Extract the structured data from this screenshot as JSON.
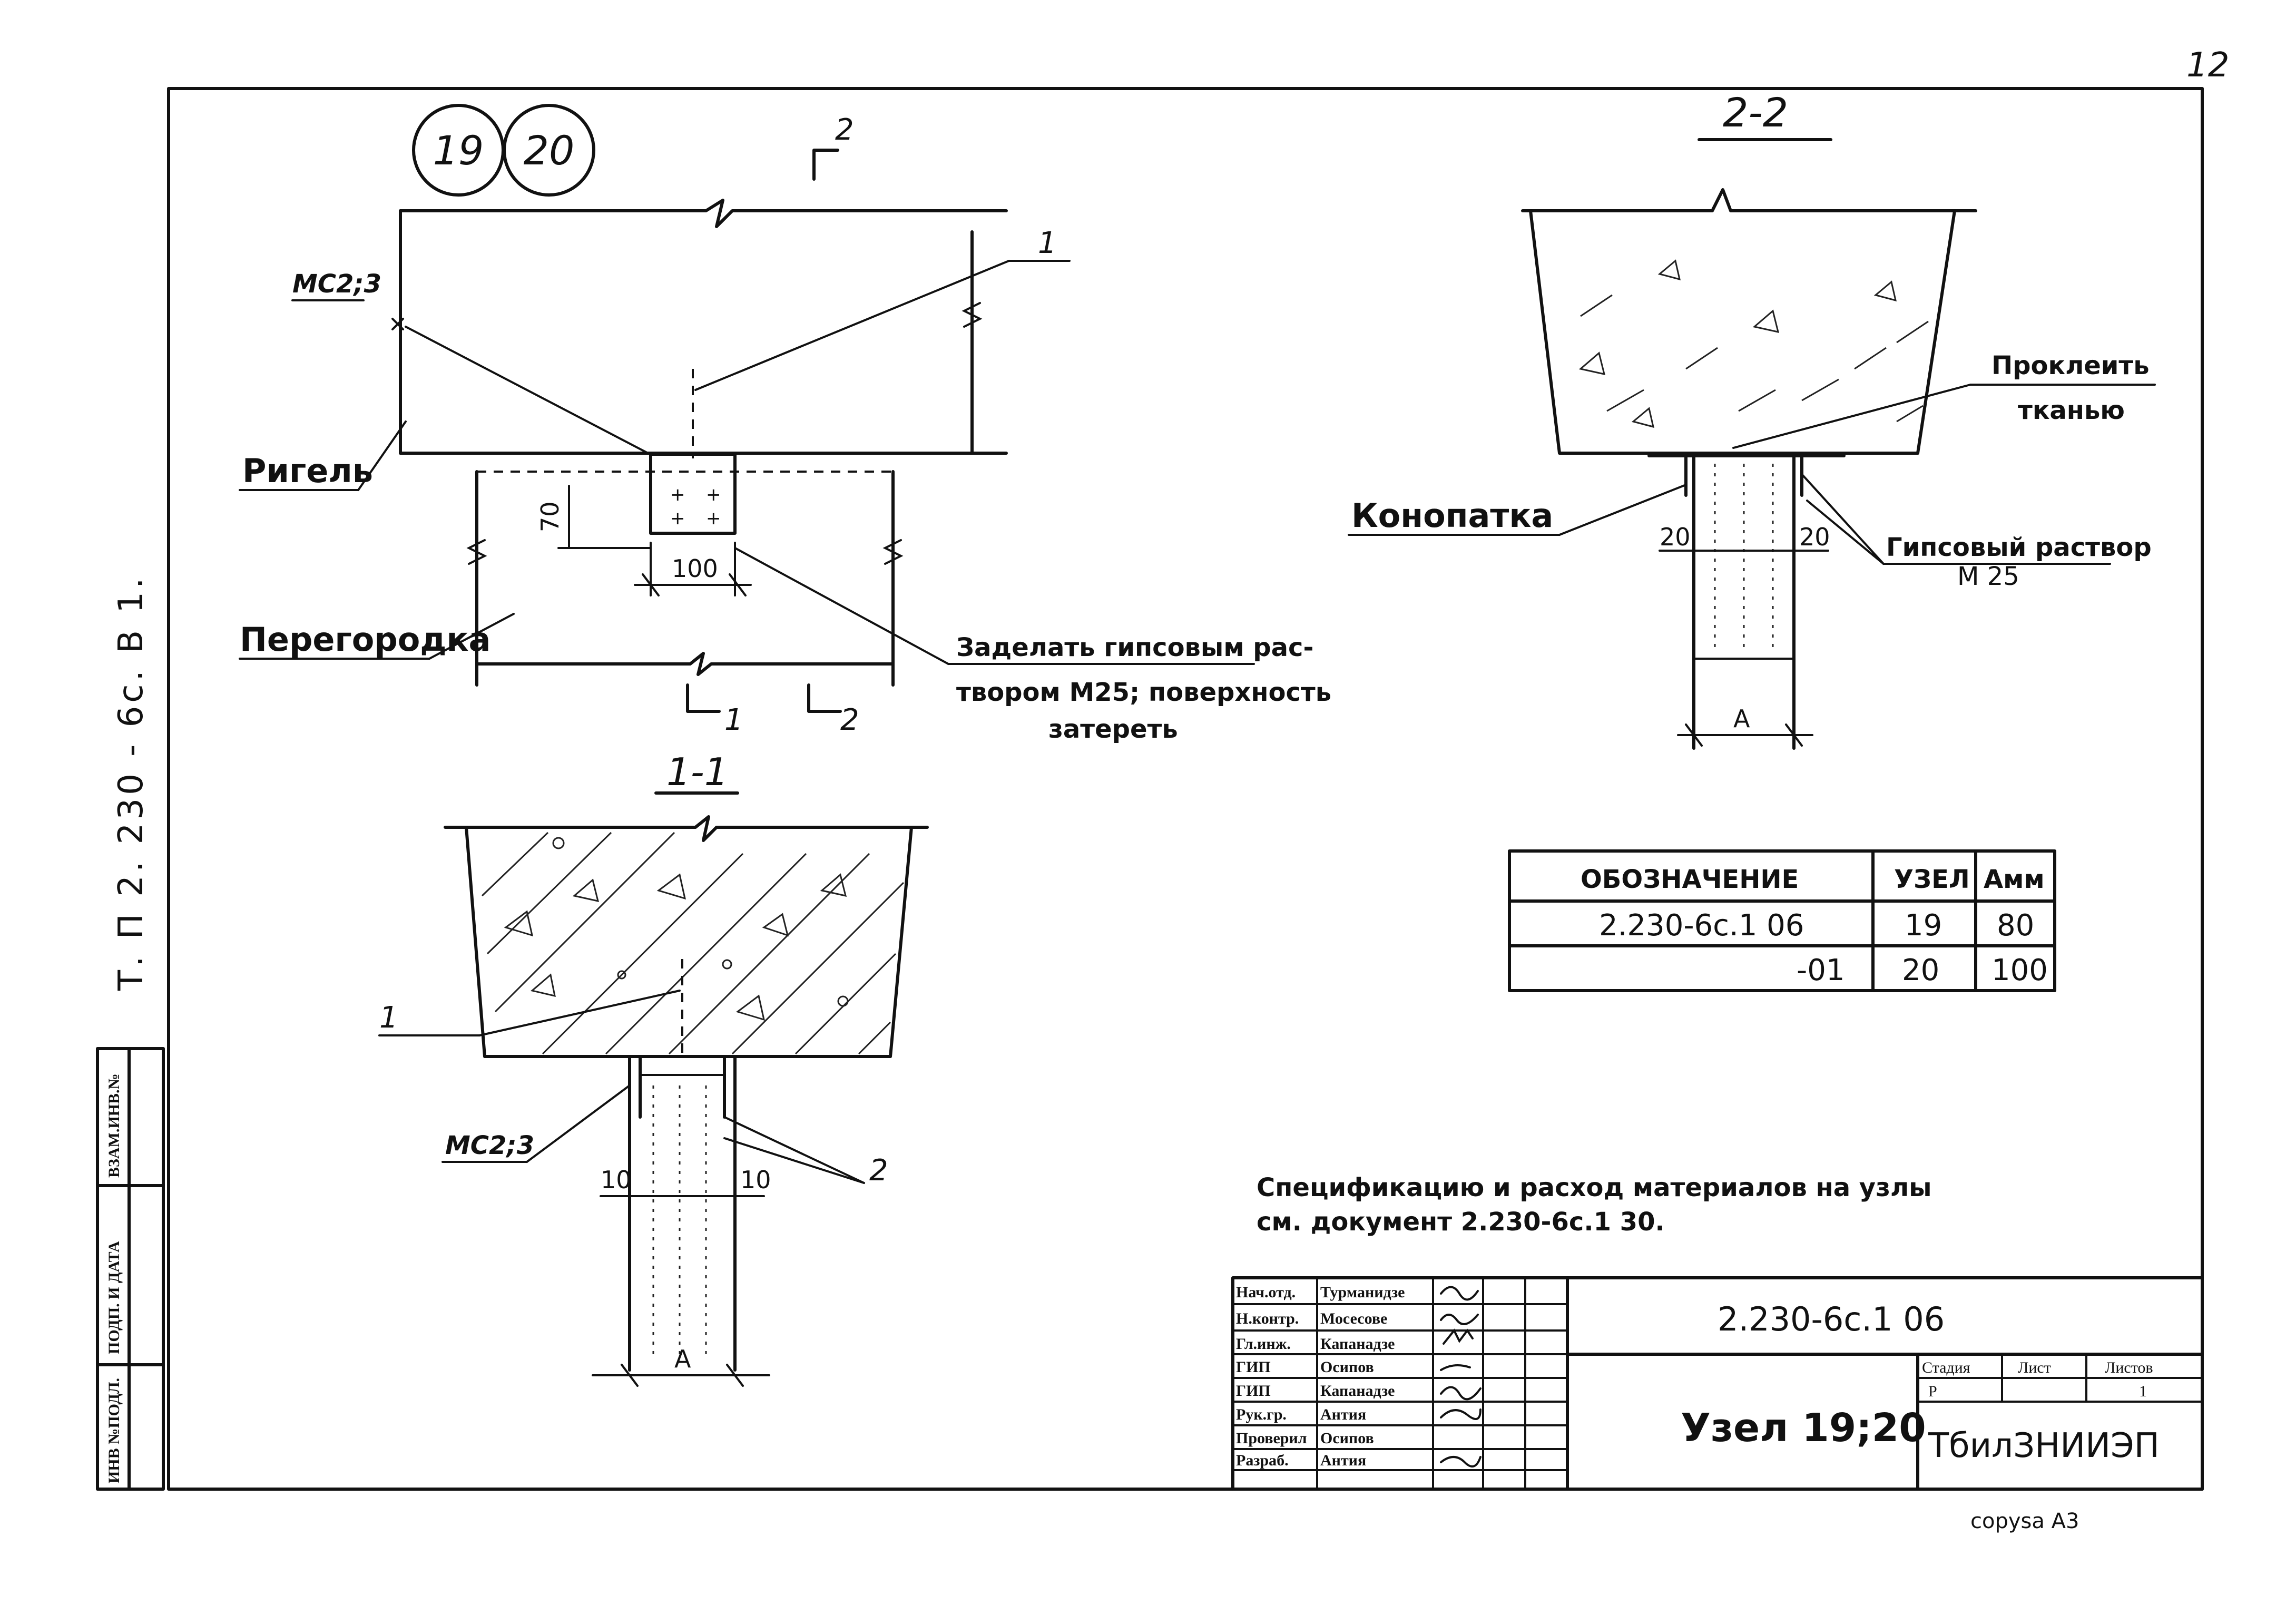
{
  "page_number": "12",
  "format_label": "copysa A3",
  "side_stamp": "Т. П    2. 230 - 6с.  В 1.",
  "side_strip": [
    "ИНВ №ПОДЛ.",
    "ПОДП. И ДАТА",
    "ВЗАМ.ИНВ.№"
  ],
  "nodes": [
    "19",
    "20"
  ],
  "plan": {
    "section_mark_2": "2",
    "leader_1": "1",
    "mc_label": "МС2;3",
    "rigel_label": "Ригель",
    "peregorodka_label": "Перегородка",
    "dim_70": "70",
    "dim_100": "100",
    "cut_1": "1",
    "cut_2": "2",
    "note": [
      "Заделать гипсовым рас-",
      "твором М25; поверхность",
      "затереть"
    ]
  },
  "section_1_1": {
    "title": "1-1",
    "leader_1": "1",
    "mc_label": "МС2;3",
    "leader_2": "2",
    "dim_left": "10",
    "dim_right": "10",
    "dim_a": "А"
  },
  "section_2_2": {
    "title": "2-2",
    "prokleit": [
      "Проклеить",
      "тканью"
    ],
    "konopatka": "Конопатка",
    "gips": [
      "Гипсовый раствор",
      "М 25"
    ],
    "dim_left": "20",
    "dim_right": "20",
    "dim_a": "А"
  },
  "table": {
    "headers": [
      "ОБОЗНАЧЕНИЕ",
      "УЗЕЛ",
      "Амм"
    ],
    "rows": [
      [
        "2.230-6с.1 06",
        "19",
        "80"
      ],
      [
        "-01",
        "20",
        "100"
      ]
    ]
  },
  "spec_note": [
    "Спецификацию и расход материалов на узлы",
    "см. документ 2.230-6с.1 30."
  ],
  "title_block": {
    "doc_code": "2.230-6с.1 06",
    "title": "Узел 19;20",
    "org": "ТбилЗНИИЭП",
    "stage_header": "Стадия",
    "sheet_header": "Лист",
    "sheets_header": "Листов",
    "stage": "Р",
    "sheets": "1",
    "roles": [
      {
        "role": "Нач.отд.",
        "name": "Турманидзе"
      },
      {
        "role": "Н.контр.",
        "name": "Мосесове"
      },
      {
        "role": "Гл.инж.",
        "name": "Капанадзе"
      },
      {
        "role": "ГИП",
        "name": "Осипов"
      },
      {
        "role": "ГИП",
        "name": "Капанадзе"
      },
      {
        "role": "Рук.гр.",
        "name": "Антия"
      },
      {
        "role": "Проверил",
        "name": "Осипов"
      },
      {
        "role": "Разраб.",
        "name": "Антия"
      }
    ]
  }
}
